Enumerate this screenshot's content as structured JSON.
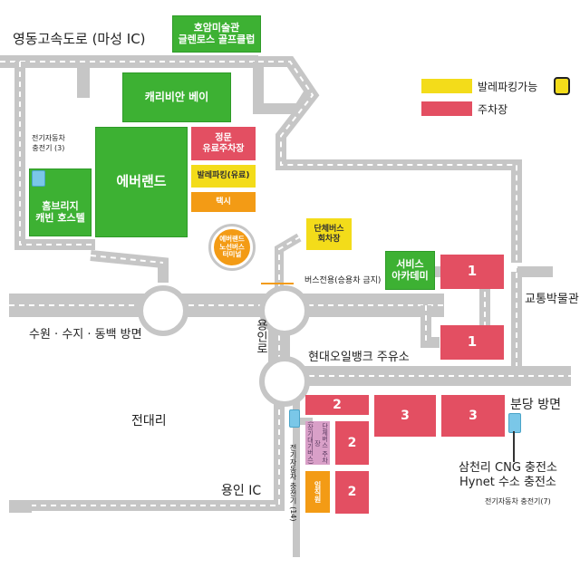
{
  "roads": {
    "yeongdong": "영동고속도로 (마성 IC)",
    "suwon": "수원 · 수지 · 동백 방면",
    "yongin_ro": "용인로",
    "bundang": "분당 방면",
    "jeondae": "전대리",
    "yongin_ic": "용인 IC",
    "traffic_museum": "교통박물관",
    "hyundai_oil": "현대오일뱅크 주유소",
    "bus_only": "버스전용(승용차 금지)"
  },
  "places": {
    "hoam": "호암미술관\n글렌로스 골프클럽",
    "caribbean": "캐리비안 베이",
    "everland": "에버랜드",
    "home_bridge": "홈브리지\n캐빈 호스텔",
    "service_academy": "서비스\n아카데미",
    "ev_charger_3": "전기자동차\n충전기 (3)",
    "ev_charger_14": "전기자동차 충전기 (14)",
    "ev_charger_7": "전기자동차 충전기(7)",
    "cng_charging": "삼천리 CNG 충전소\nHynet 수소 충전소"
  },
  "parking": {
    "main_gate": "정문\n유료주차장",
    "valet_paid": "발레파킹(유료)",
    "taxi": "택시",
    "group_bus": "단체버스\n회차장",
    "bus_terminal": "에버랜드\n노선버스\n터미널",
    "group_bus_lot": "단체버스 주차장\n(장기대기버스)",
    "employee": "임직원",
    "lots": {
      "p1a": "1",
      "p1b": "1",
      "p2a": "2",
      "p2b": "2",
      "p2c": "2",
      "p3a": "3",
      "p3b": "3"
    }
  },
  "legend": {
    "valet": "발레파킹가능",
    "parking": "주차장"
  },
  "colors": {
    "green": "#3db133",
    "red": "#e34f62",
    "yellow": "#f3dc1a",
    "orange": "#f39b15",
    "road": "#c6c6c6"
  },
  "icons": {
    "valet_badge": "car-key-icon"
  }
}
